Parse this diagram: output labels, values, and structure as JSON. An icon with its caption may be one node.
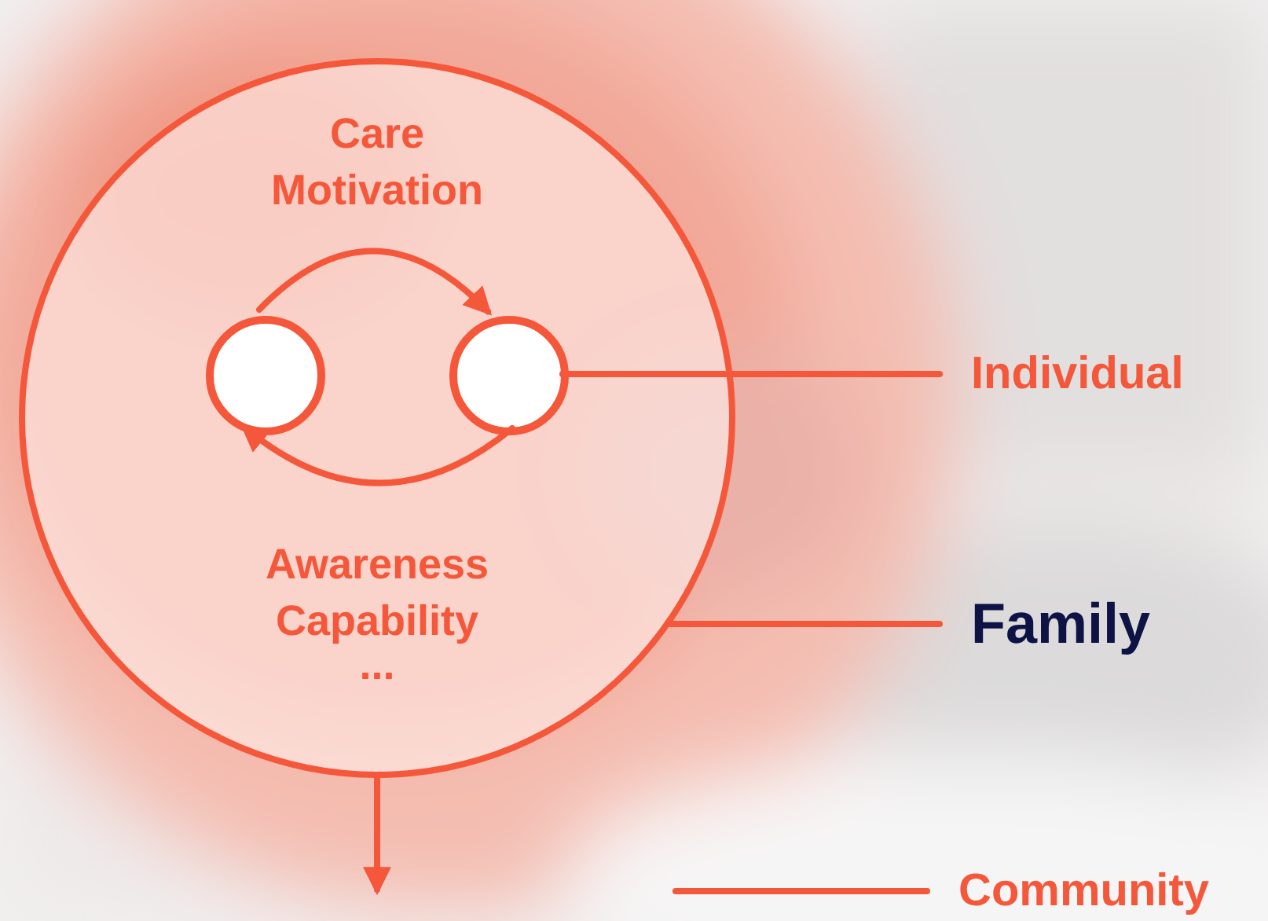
{
  "diagram": {
    "nodes": [
      {
        "text": [
          "Care Motivation",
          "Awareness Capability",
          "..."
        ]
      },
      {
        "text": [],
        "shape": "circle",
        "in": 0
      },
      {
        "text": [],
        "shape": "circle",
        "in": 0
      },
      {
        "text": [
          "Individual"
        ]
      },
      {
        "text": [
          "Family"
        ]
      },
      {
        "text": [
          "Community"
        ]
      }
    ],
    "edges": [
      {
        "from": 1,
        "to": 2,
        "arrow": "to"
      },
      {
        "from": 2,
        "to": 1,
        "arrow": "to"
      },
      {
        "from": 2,
        "to": 3,
        "arrow": "none"
      },
      {
        "from": 0,
        "to": 4,
        "arrow": "none"
      },
      {
        "from": null,
        "to": 5,
        "arrow": "none"
      },
      {
        "from": 0,
        "to": null,
        "arrow": "to"
      }
    ]
  }
}
